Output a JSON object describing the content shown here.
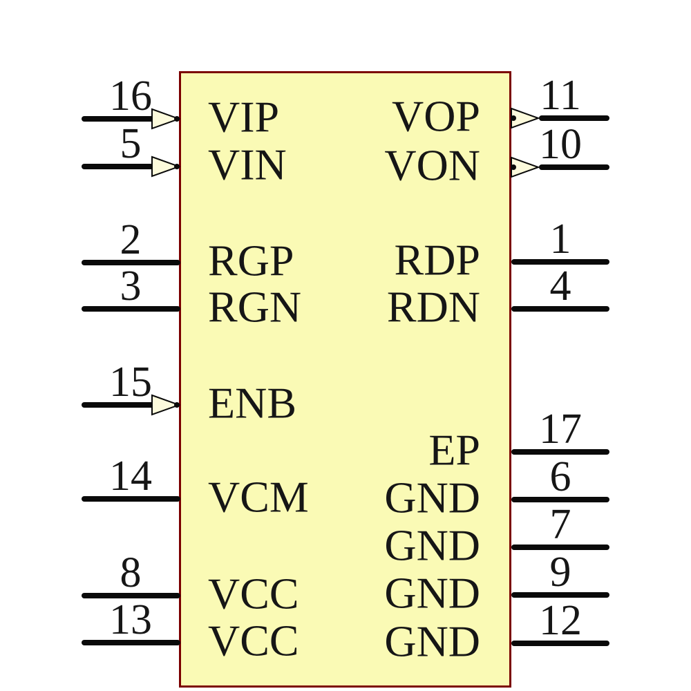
{
  "diagram": {
    "kind": "ic-schematic-symbol",
    "colors": {
      "body_fill": "#fafab5",
      "body_border": "#7b0000",
      "arrow_fill": "#fdfbdc",
      "wire": "#0a0a0a",
      "text": "#161616",
      "background": "#ffffff"
    }
  },
  "pins": {
    "left": [
      {
        "number": "16",
        "label": "VIP",
        "arrow": "input"
      },
      {
        "number": "5",
        "label": "VIN",
        "arrow": "input"
      },
      {
        "number": "2",
        "label": "RGP",
        "arrow": "none"
      },
      {
        "number": "3",
        "label": "RGN",
        "arrow": "none"
      },
      {
        "number": "15",
        "label": "ENB",
        "arrow": "input"
      },
      {
        "number": "14",
        "label": "VCM",
        "arrow": "none"
      },
      {
        "number": "8",
        "label": "VCC",
        "arrow": "none"
      },
      {
        "number": "13",
        "label": "VCC",
        "arrow": "none"
      }
    ],
    "right": [
      {
        "number": "11",
        "label": "VOP",
        "arrow": "output"
      },
      {
        "number": "10",
        "label": "VON",
        "arrow": "output"
      },
      {
        "number": "1",
        "label": "RDP",
        "arrow": "none"
      },
      {
        "number": "4",
        "label": "RDN",
        "arrow": "none"
      },
      {
        "number": "17",
        "label": "EP",
        "arrow": "none"
      },
      {
        "number": "6",
        "label": "GND",
        "arrow": "none"
      },
      {
        "number": "7",
        "label": "GND",
        "arrow": "none"
      },
      {
        "number": "9",
        "label": "GND",
        "arrow": "none"
      },
      {
        "number": "12",
        "label": "GND",
        "arrow": "none"
      }
    ]
  }
}
